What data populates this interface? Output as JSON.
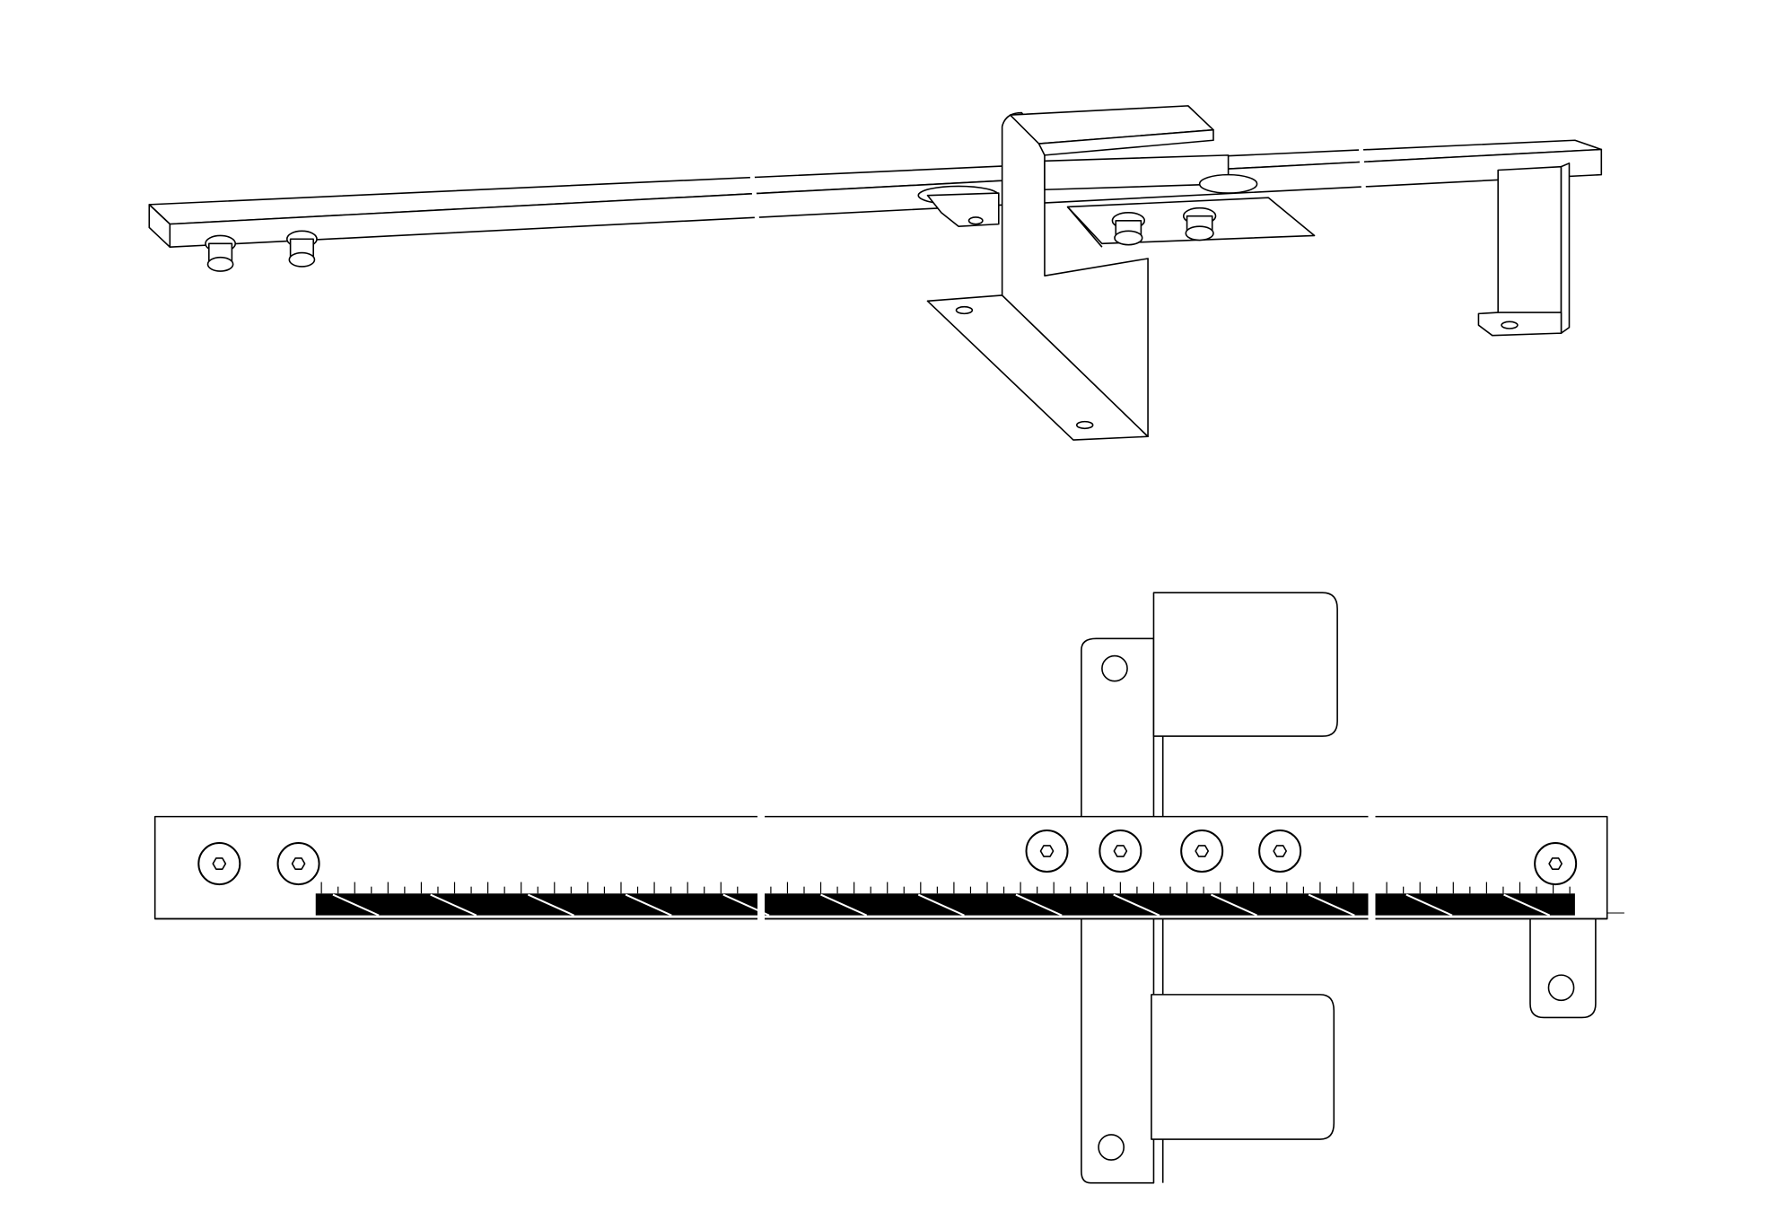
{
  "colors": {
    "line": "#000000",
    "background": "#ffffff",
    "ruler_fill": "#000000"
  },
  "drawing": {
    "views": [
      "isometric-view",
      "top-view"
    ],
    "ruler_segments": 3
  }
}
